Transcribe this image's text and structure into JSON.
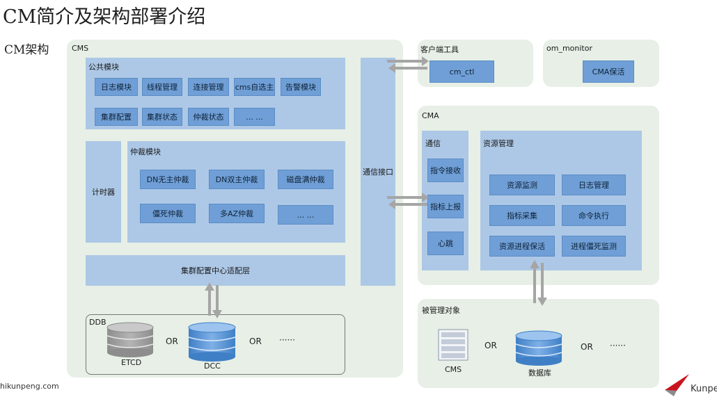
{
  "title": "CM简介及架构部署介绍",
  "subtitle": "CM架构",
  "cms": {
    "label": "CMS",
    "public_module": {
      "label": "公共模块",
      "items": [
        "日志模块",
        "线程管理",
        "连接管理",
        "cms自选主",
        "告警模块",
        "集群配置",
        "集群状态",
        "仲裁状态",
        "... ..."
      ]
    },
    "timer": "计时器",
    "arbitration": {
      "label": "仲裁模块",
      "items": [
        "DN无主仲裁",
        "DN双主仲裁",
        "磁盘满仲裁",
        "僵死仲裁",
        "多AZ仲裁",
        "... ..."
      ]
    },
    "comm_interface": "通信接口",
    "config_adapter": "集群配置中心适配层",
    "ddb": {
      "label": "DDB",
      "etcd": "ETCD",
      "dcc": "DCC",
      "or1": "OR",
      "or2": "OR",
      "more": "······"
    }
  },
  "client_tools": {
    "label": "客户端工具",
    "item": "cm_ctl"
  },
  "om_monitor": {
    "label": "om_monitor",
    "item": "CMA保活"
  },
  "cma": {
    "label": "CMA",
    "comm": {
      "label": "通信",
      "items": [
        "指令接收",
        "指标上报",
        "心跳"
      ]
    },
    "resource": {
      "label": "资源管理",
      "items": [
        "资源监测",
        "日志管理",
        "指标采集",
        "命令执行",
        "资源进程保活",
        "进程僵死监测"
      ]
    }
  },
  "managed": {
    "label": "被管理对象",
    "cms": "CMS",
    "db": "数据库",
    "or1": "OR",
    "or2": "OR",
    "more": "······"
  },
  "footer": {
    "website": "hikunpeng.com",
    "brand": "Kunpe"
  },
  "colors": {
    "group_bg": "#e7efe6",
    "panel": "#adc8e6",
    "box": "#6f9fd6",
    "arrow": "#a5a5a5",
    "brand_red": "#c7161e"
  }
}
